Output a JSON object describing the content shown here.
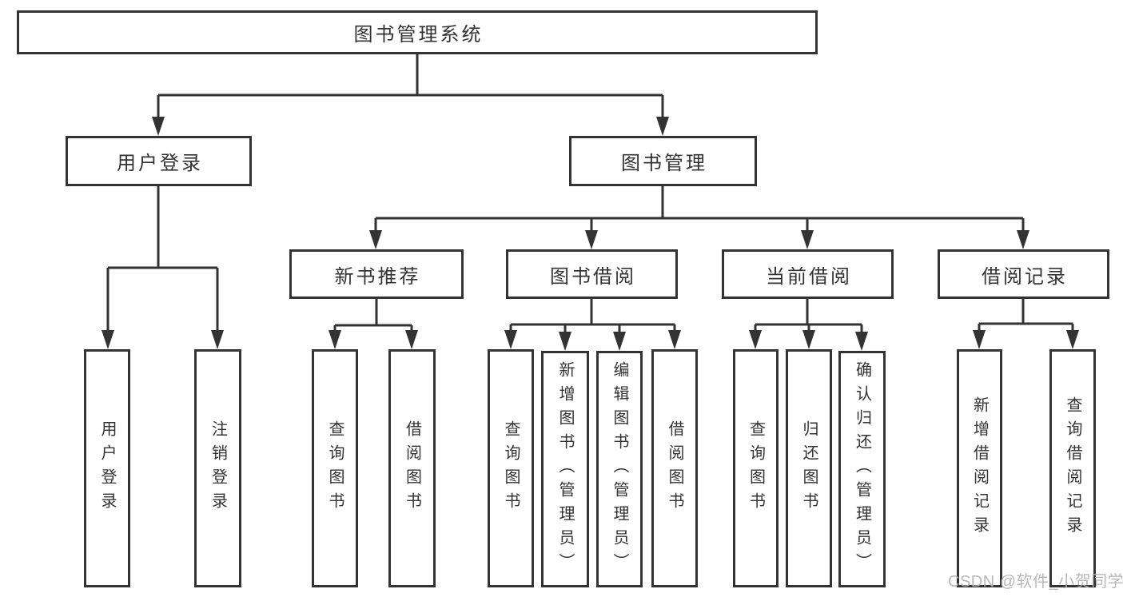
{
  "tree": {
    "root": {
      "label": "图书管理系统"
    },
    "branches": [
      {
        "label": "用户登录",
        "children": [
          "用户登录",
          "注销登录"
        ]
      },
      {
        "label": "图书管理",
        "sections": [
          {
            "label": "新书推荐",
            "children": [
              "查询图书",
              "借阅图书"
            ]
          },
          {
            "label": "图书借阅",
            "children": [
              "查询图书",
              "新增图书（管理员）",
              "编辑图书（管理员）",
              "借阅图书"
            ]
          },
          {
            "label": "当前借阅",
            "children": [
              "查询图书",
              "归还图书",
              "确认归还（管理员）"
            ]
          },
          {
            "label": "借阅记录",
            "children": [
              "新增借阅记录",
              "查询借阅记录"
            ]
          }
        ]
      }
    ]
  },
  "watermark": {
    "text": "CSDN @软件_小贺同学"
  },
  "colors": {
    "line": "#333333",
    "box_border": "#333333",
    "text": "#333333",
    "background": "#ffffff",
    "watermark": "#b2b2b2"
  }
}
